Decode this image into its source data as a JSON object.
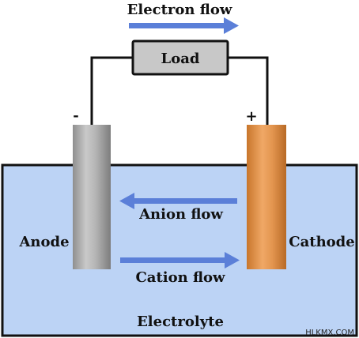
{
  "labels": {
    "electron_flow": "Electron flow",
    "load": "Load",
    "minus_sign": "-",
    "plus_sign": "+",
    "anion_flow": "Anion flow",
    "cation_flow": "Cation flow",
    "anode": "Anode",
    "cathode": "Cathode",
    "electrolyte": "Electrolyte",
    "watermark": "HLKMX.COM"
  },
  "colors": {
    "electrolyte_fill": "#bcd3f5",
    "arrow": "#5b7fd8",
    "load_fill": "#c8c8c8",
    "anode_metal": "#a9a9a9",
    "cathode_metal": "#e0944a",
    "wire": "#111111"
  }
}
